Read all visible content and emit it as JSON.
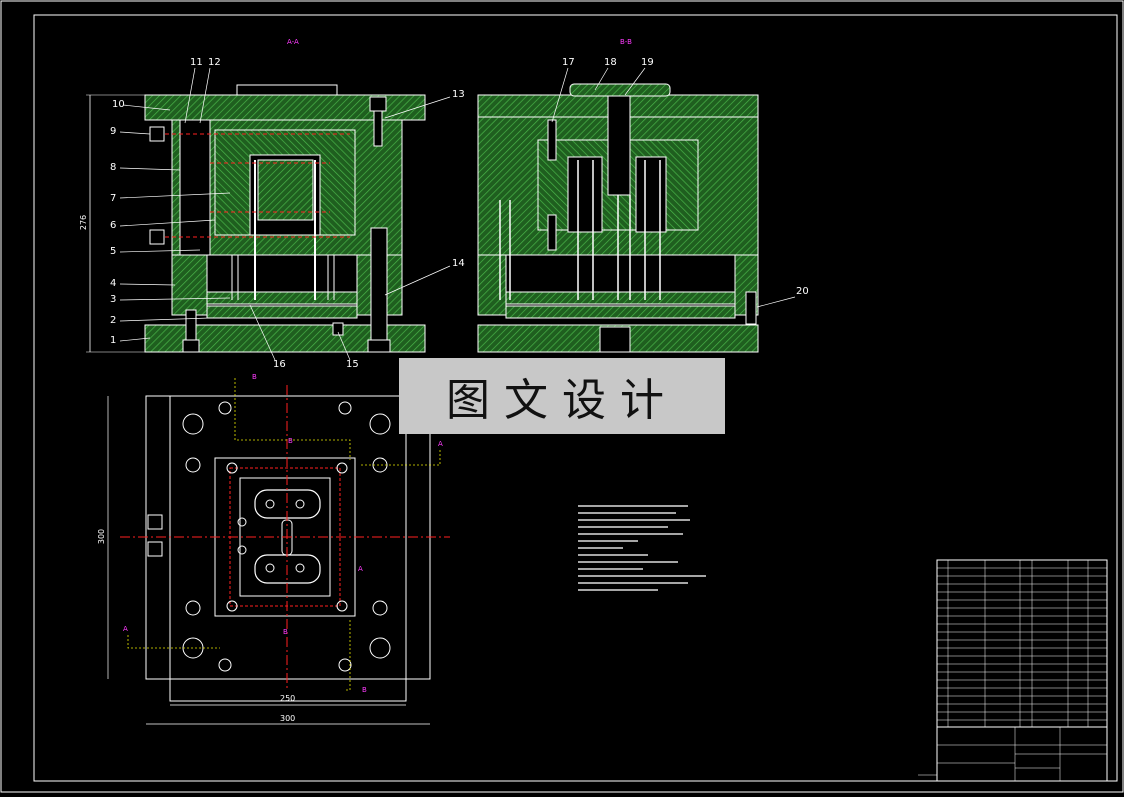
{
  "drawing": {
    "section_a_label": "A-A",
    "section_b_label": "B-B",
    "watermark_text": "图文设计",
    "dimensions": {
      "height_left": "276",
      "plan_height": "300",
      "inner_width": "250",
      "outer_width": "300"
    },
    "part_numbers_left": [
      "10",
      "9",
      "8",
      "7",
      "6",
      "5",
      "4",
      "3",
      "2",
      "1"
    ],
    "part_numbers_top_left": [
      "11",
      "12"
    ],
    "part_numbers_right_of_a": [
      "13",
      "14"
    ],
    "part_numbers_bottom_a": [
      "16",
      "15"
    ],
    "part_numbers_b": [
      "17",
      "18",
      "19",
      "20"
    ],
    "section_markers": [
      "A",
      "A",
      "B",
      "B",
      "B",
      "B",
      "A"
    ]
  },
  "colors": {
    "background": "#000000",
    "hatch": "#2e8b2e",
    "lines": "#ffffff",
    "red_line": "#ff2020",
    "yellow_line": "#e8e800",
    "magenta_text": "#ff3bff"
  }
}
